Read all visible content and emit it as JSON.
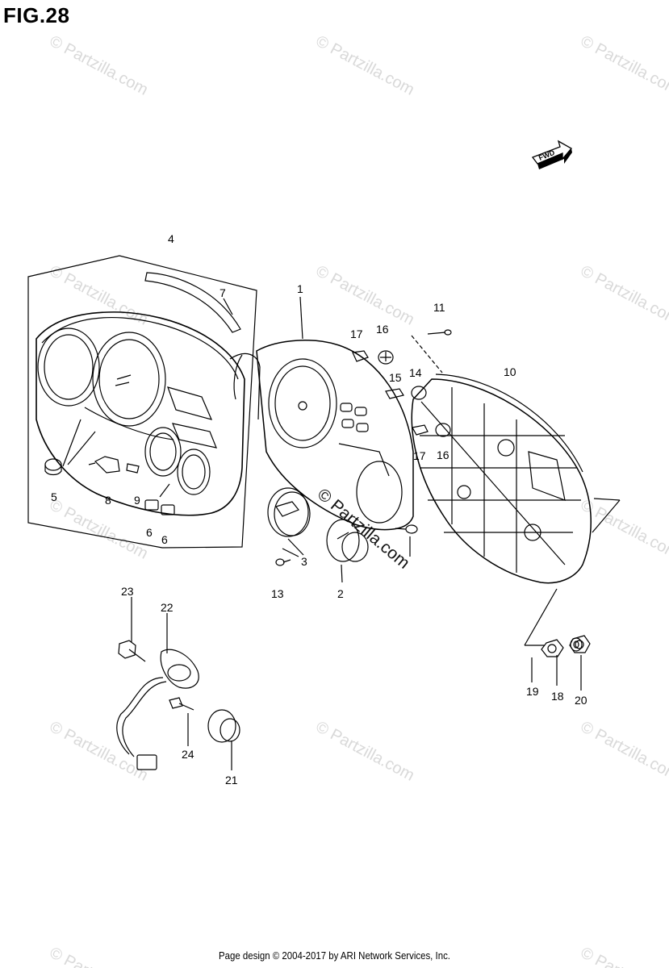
{
  "figure": {
    "title": "FIG.28"
  },
  "direction_badge": {
    "label": "FWD"
  },
  "callouts": {
    "c1": "1",
    "c2": "2",
    "c3": "3",
    "c4": "4",
    "c5": "5",
    "c6a": "6",
    "c6b": "6",
    "c7": "7",
    "c8": "8",
    "c9": "9",
    "c10": "10",
    "c11": "11",
    "c13": "13",
    "c14": "14",
    "c15": "15",
    "c16a": "16",
    "c16b": "16",
    "c17a": "17",
    "c17b": "17",
    "c18": "18",
    "c19": "19",
    "c20": "20",
    "c21": "21",
    "c22": "22",
    "c23": "23",
    "c24": "24"
  },
  "watermark": {
    "text": "© Partzilla.com"
  },
  "footer": {
    "copyright": "Page design © 2004-2017 by ARI Network Services, Inc."
  }
}
